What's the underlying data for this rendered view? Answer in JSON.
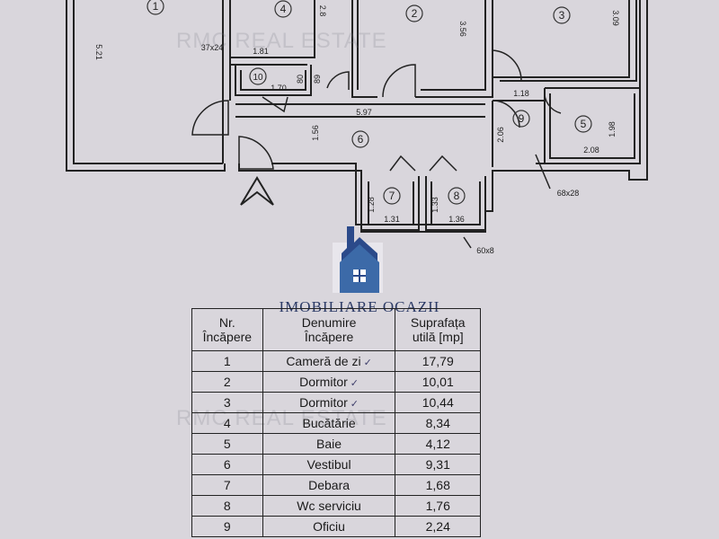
{
  "watermark": "RMC REAL ESTATE",
  "logo_text": "IMOBILIARE OCAZII",
  "plan": {
    "dimensions": [
      {
        "id": "d1",
        "text": "5.21"
      },
      {
        "id": "d2",
        "text": "37x24"
      },
      {
        "id": "d3",
        "text": "1.81"
      },
      {
        "id": "d4",
        "text": "2.8"
      },
      {
        "id": "d5",
        "text": "80"
      },
      {
        "id": "d6",
        "text": "89"
      },
      {
        "id": "d7",
        "text": "1.70"
      },
      {
        "id": "d8",
        "text": "3.56"
      },
      {
        "id": "d9",
        "text": "3.09"
      },
      {
        "id": "d10",
        "text": "1.18"
      },
      {
        "id": "d11",
        "text": "5.97"
      },
      {
        "id": "d12",
        "text": "1.56"
      },
      {
        "id": "d13",
        "text": "2.06"
      },
      {
        "id": "d14",
        "text": "1.98"
      },
      {
        "id": "d15",
        "text": "2.08"
      },
      {
        "id": "d16",
        "text": "68x28"
      },
      {
        "id": "d17",
        "text": "1.28"
      },
      {
        "id": "d18",
        "text": "1.31"
      },
      {
        "id": "d19",
        "text": "1.33"
      },
      {
        "id": "d20",
        "text": "1.36"
      },
      {
        "id": "d21",
        "text": "60x8"
      }
    ],
    "room_markers": [
      "1",
      "2",
      "3",
      "4",
      "5",
      "6",
      "7",
      "8",
      "9",
      "10"
    ]
  },
  "table": {
    "headers": [
      "Nr.\nÎncăpere",
      "Denumire\nÎncăpere",
      "Suprafața\nutilă [mp]"
    ],
    "rows": [
      {
        "nr": "1",
        "name": "Cameră de zi",
        "area": "17,79",
        "check": "✓"
      },
      {
        "nr": "2",
        "name": "Dormitor",
        "area": "10,01",
        "check": "✓"
      },
      {
        "nr": "3",
        "name": "Dormitor",
        "area": "10,44",
        "check": "✓"
      },
      {
        "nr": "4",
        "name": "Bucătărie",
        "area": "8,34",
        "check": ""
      },
      {
        "nr": "5",
        "name": "Baie",
        "area": "4,12",
        "check": ""
      },
      {
        "nr": "6",
        "name": "Vestibul",
        "area": "9,31",
        "check": ""
      },
      {
        "nr": "7",
        "name": "Debara",
        "area": "1,68",
        "check": ""
      },
      {
        "nr": "8",
        "name": "Wc serviciu",
        "area": "1,76",
        "check": ""
      },
      {
        "nr": "9",
        "name": "Oficiu",
        "area": "2,24",
        "check": ""
      }
    ]
  },
  "colors": {
    "paper": "#d9d6dc",
    "ink": "#222222",
    "logo_blue": "#2b4a8a",
    "logo_text": "#2b3a66"
  }
}
